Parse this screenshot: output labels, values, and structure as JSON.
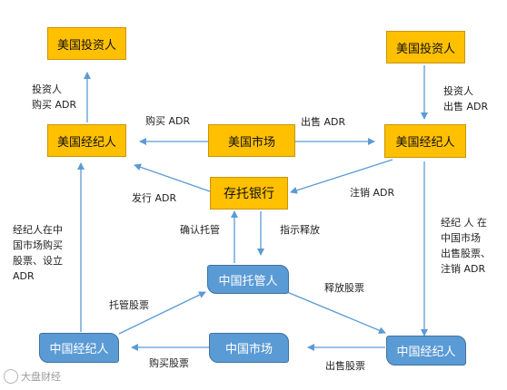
{
  "nodes": {
    "us_investor_left": "美国投资人",
    "us_investor_right": "美国投资人",
    "us_broker_left": "美国经纪人",
    "us_market": "美国市场",
    "us_broker_right": "美国经纪人",
    "depository_bank": "存托银行",
    "cn_custodian": "中国托管人",
    "cn_broker_left": "中国经纪人",
    "cn_market": "中国市场",
    "cn_broker_right": "中国经纪人"
  },
  "labels": {
    "investor_buy": [
      "投资人",
      "购买 ADR"
    ],
    "investor_sell": [
      "投资人",
      "出售 ADR"
    ],
    "buy_adr": "购买 ADR",
    "sell_adr": "出售 ADR",
    "issue_adr": "发行 ADR",
    "cancel_adr": "注销 ADR",
    "confirm_custody": "确认托管",
    "instruct_release": "指示释放",
    "release_shares": "释放股票",
    "custody_shares": "托管股票",
    "buy_shares": "购买股票",
    "sell_shares": "出售股票",
    "broker_buy_set": [
      "经纪人在中",
      "国市场购买",
      "股票、设立",
      "ADR"
    ],
    "broker_sell_cancel": [
      "经纪 人 在",
      "中国市场",
      "出售股票、",
      "注销 ADR"
    ]
  },
  "watermark": "大盘财经",
  "colors": {
    "yellow": "#ffc000",
    "blue": "#5b9bd5",
    "arrow": "#5b9bd5"
  }
}
